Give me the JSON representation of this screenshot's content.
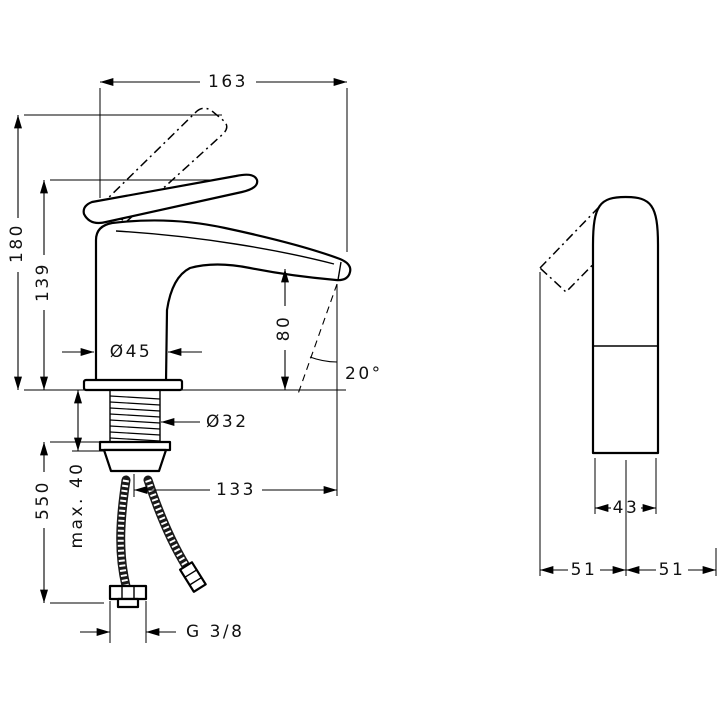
{
  "drawing": {
    "dims": {
      "top_width": "163",
      "total_height": "180",
      "spout_height": "139",
      "clearance": "80",
      "body_dia": "Ø45",
      "shank_dia": "Ø32",
      "angle": "20°",
      "reach": "133",
      "max_thickness": "max. 40",
      "hose_length": "550",
      "thread": "G 3/8",
      "front_width": "43",
      "swing_left": "51",
      "swing_right": "51"
    }
  },
  "colors": {
    "line": "#000000",
    "background": "#ffffff"
  }
}
